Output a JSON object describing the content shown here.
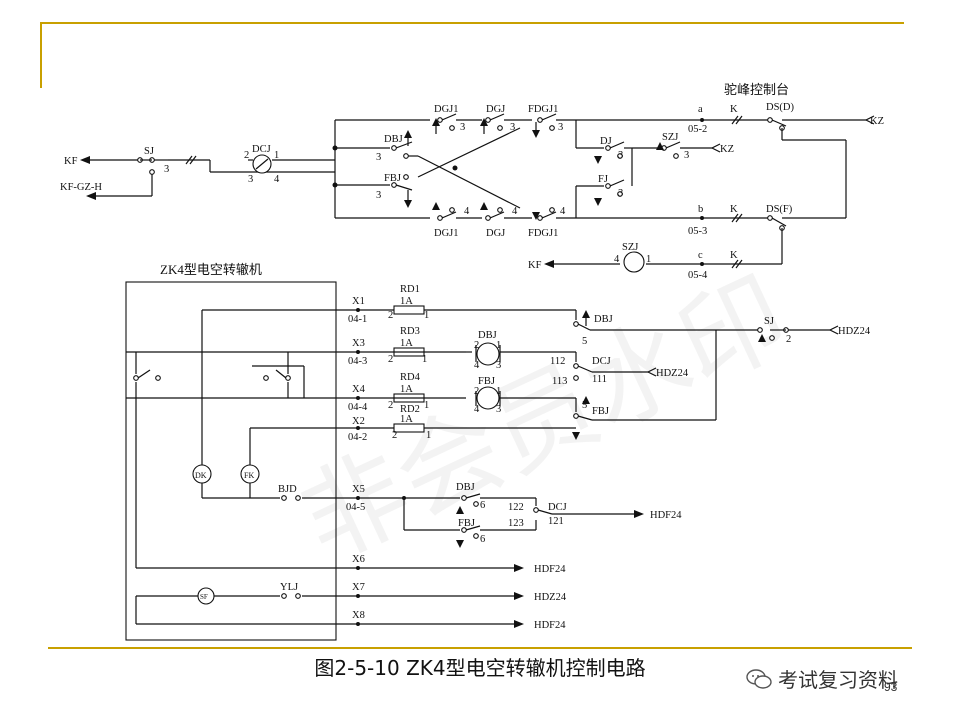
{
  "frame": {
    "accent": "#c8a000"
  },
  "caption": "图2-5-10  ZK4型电空转辙机控制电路",
  "brand": {
    "text": "考试复习资料",
    "icon": "wechat-icon"
  },
  "page_number": "93",
  "watermark": "非会员水印",
  "labels": {
    "top_console": "驼峰控制台",
    "machine_title": "ZK4型电空转辙机",
    "kf": "KF",
    "kf_gz_h": "KF-GZ-H",
    "sj": "SJ",
    "n3": "3",
    "n2": "2",
    "n1": "1",
    "n4": "4",
    "n5": "5",
    "n6": "6",
    "dcj": "DCJ",
    "dbj": "DBJ",
    "fbj": "FBJ",
    "dgj1": "DGJ1",
    "dgj": "DGJ",
    "fdgj1": "FDGJ1",
    "dj": "DJ",
    "fj": "FJ",
    "szj": "SZJ",
    "kz": "KZ",
    "a": "a",
    "b": "b",
    "c": "c",
    "k": "K",
    "ds_d": "DS(D)",
    "ds_f": "DS(F)",
    "t052": "05-2",
    "t053": "05-3",
    "t054": "05-4",
    "x1": "X1",
    "x2": "X2",
    "x3": "X3",
    "x4": "X4",
    "x5": "X5",
    "x6": "X6",
    "x7": "X7",
    "x8": "X8",
    "t041": "04-1",
    "t042": "04-2",
    "t043": "04-3",
    "t044": "04-4",
    "t045": "04-5",
    "rd1": "RD1",
    "rd2": "RD2",
    "rd3": "RD3",
    "rd4": "RD4",
    "a1": "1A",
    "hdz24": "HDZ24",
    "hdf24": "HDF24",
    "n112": "112",
    "n113": "113",
    "n111": "111",
    "n122": "122",
    "n123": "123",
    "n121": "121",
    "dk": "DK",
    "fk": "FK",
    "sf": "SF",
    "bjd": "BJD",
    "ylj": "YLJ"
  }
}
